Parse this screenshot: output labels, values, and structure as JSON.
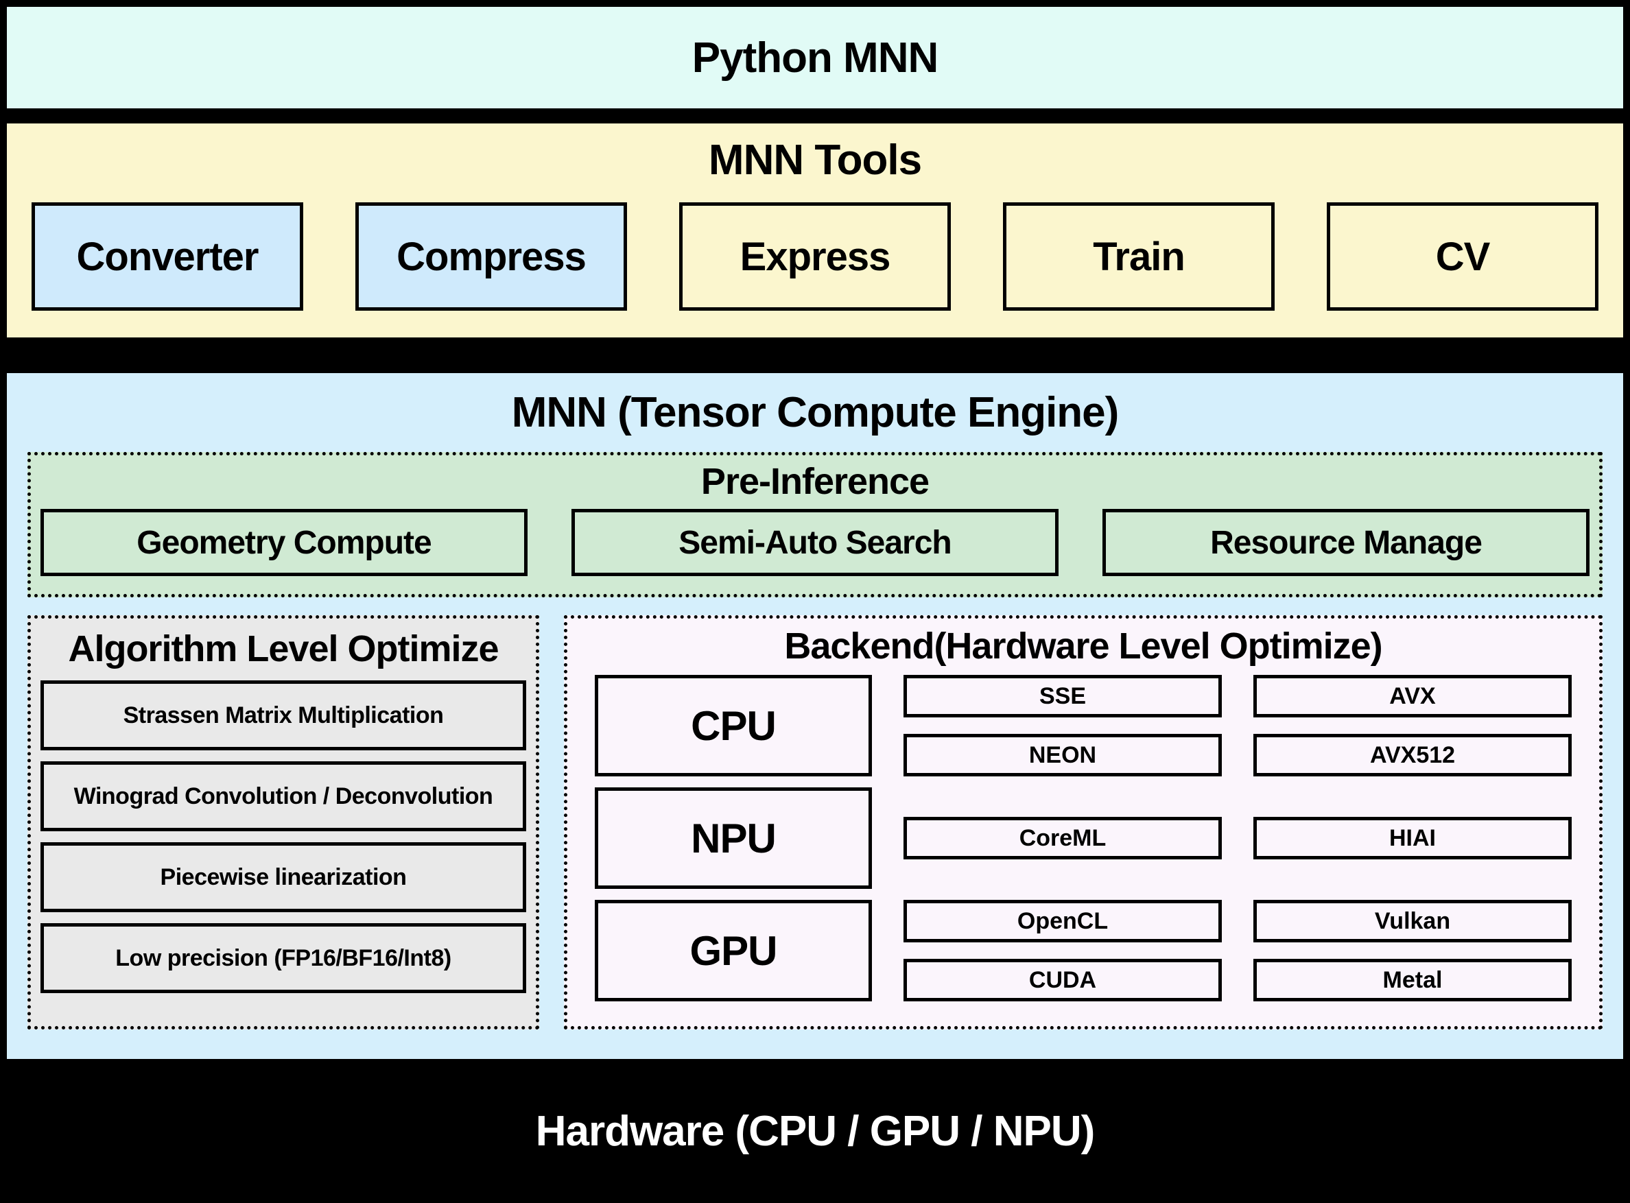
{
  "palette": {
    "canvas-bg": "#000000",
    "cyan-band": "#e1fbf6",
    "yellow-band": "#fbf6ce",
    "blue-box": "#cfeafc",
    "blue-band": "#d5effc",
    "green-bg": "#d0ead3",
    "gray-bg": "#e9e9e9",
    "lavender-bg": "#fbf5fc",
    "border": "#000000",
    "text": "#000000",
    "hardware-text": "#ffffff"
  },
  "python_layer": {
    "title": "Python MNN"
  },
  "tools_layer": {
    "title": "MNN Tools",
    "items": [
      {
        "label": "Converter",
        "highlighted": true
      },
      {
        "label": "Compress",
        "highlighted": true
      },
      {
        "label": "Express",
        "highlighted": false
      },
      {
        "label": "Train",
        "highlighted": false
      },
      {
        "label": "CV",
        "highlighted": false
      }
    ]
  },
  "engine_layer": {
    "title": "MNN (Tensor Compute Engine)",
    "pre_inference": {
      "title": "Pre-Inference",
      "items": [
        {
          "label": "Geometry Compute"
        },
        {
          "label": "Semi-Auto Search"
        },
        {
          "label": "Resource Manage"
        }
      ]
    },
    "algorithm": {
      "title": "Algorithm Level Optimize",
      "items": [
        {
          "label": "Strassen Matrix Multiplication"
        },
        {
          "label": "Winograd Convolution / Deconvolution"
        },
        {
          "label": "Piecewise linearization"
        },
        {
          "label": "Low precision (FP16/BF16/Int8)"
        }
      ]
    },
    "backend": {
      "title": "Backend(Hardware Level Optimize)",
      "rows": [
        {
          "processor": "CPU",
          "left": [
            "SSE",
            "NEON"
          ],
          "right": [
            "AVX",
            "AVX512"
          ]
        },
        {
          "processor": "NPU",
          "left": [
            "CoreML"
          ],
          "right": [
            "HIAI"
          ]
        },
        {
          "processor": "GPU",
          "left": [
            "OpenCL",
            "CUDA"
          ],
          "right": [
            "Vulkan",
            "Metal"
          ]
        }
      ]
    }
  },
  "hardware_layer": {
    "title": "Hardware (CPU / GPU / NPU)"
  }
}
